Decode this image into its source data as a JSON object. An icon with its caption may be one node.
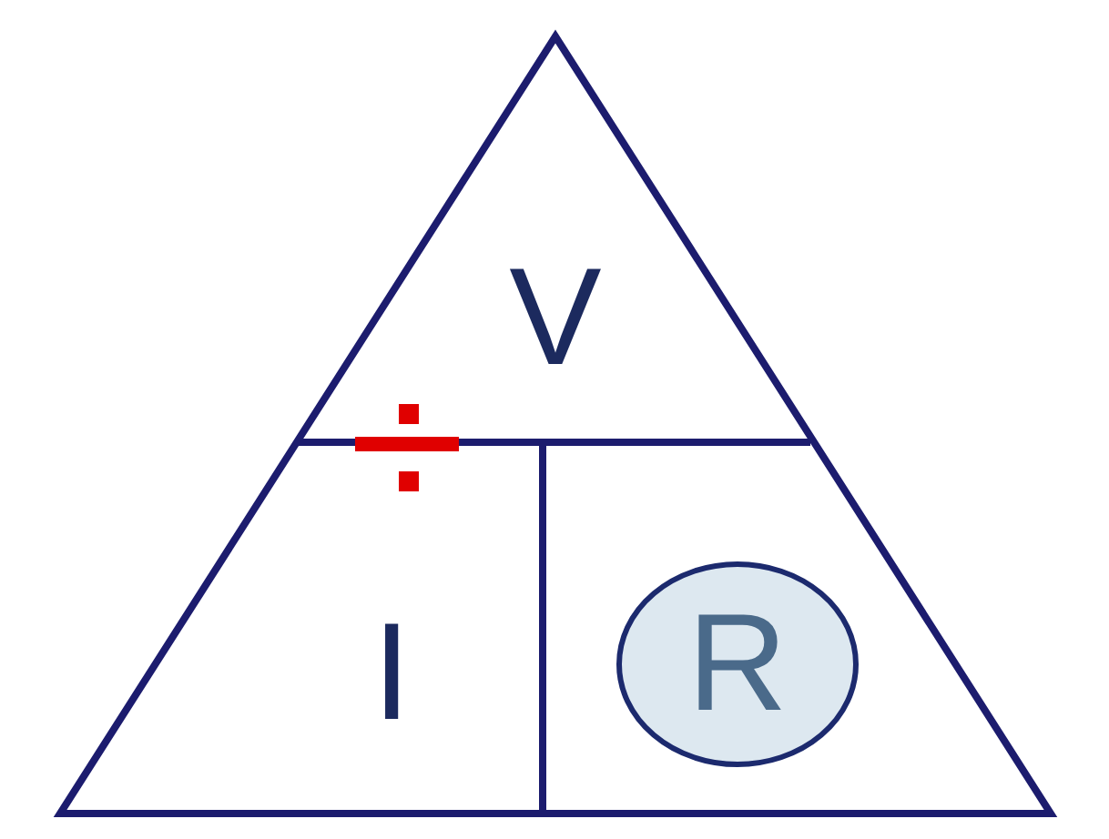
{
  "diagram": {
    "nodes": [
      {
        "text": [
          "V"
        ]
      },
      {
        "text": [
          "I"
        ]
      },
      {
        "text": [
          "R"
        ]
      }
    ]
  }
}
